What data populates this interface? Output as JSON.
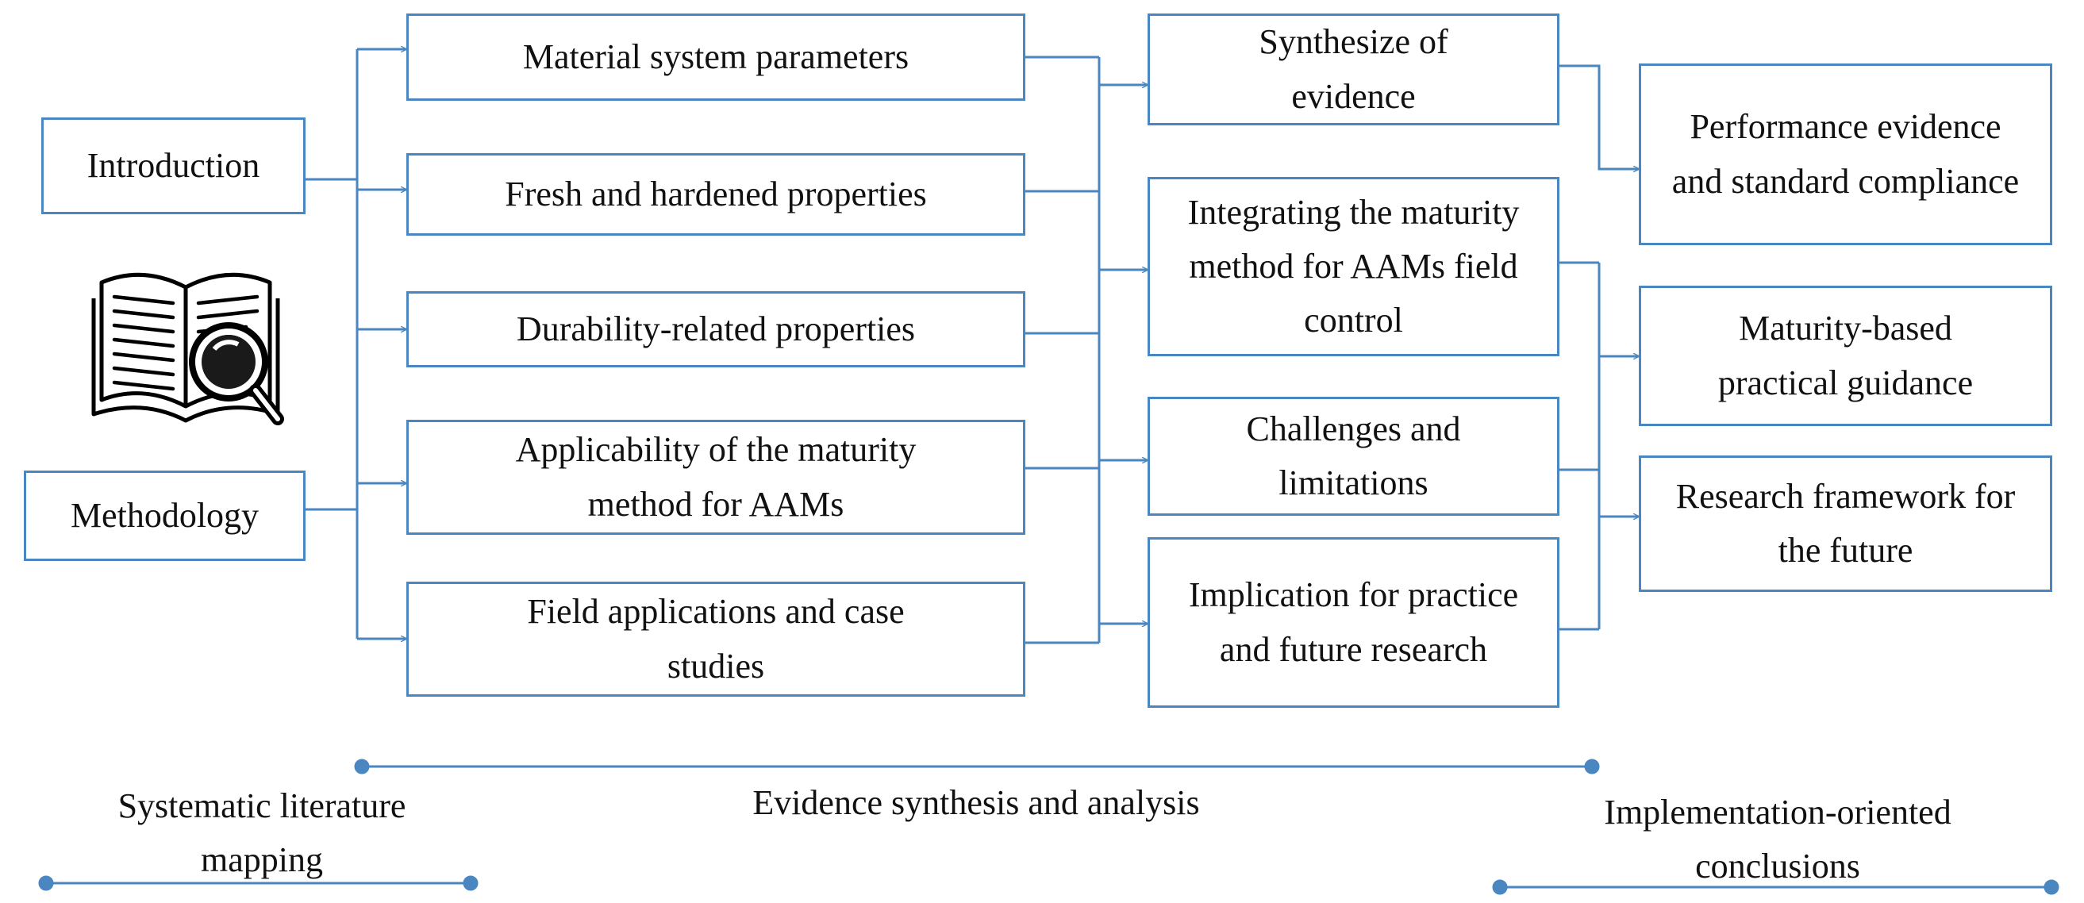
{
  "colors": {
    "connector": "#4a86c0",
    "text": "#111111",
    "icon": "#000000"
  },
  "inputs": {
    "introduction": "Introduction",
    "methodology": "Methodology"
  },
  "topics": [
    "Material system parameters",
    "Fresh and hardened properties",
    "Durability-related properties",
    "Applicability of the maturity method for AAMs",
    "Field applications and case studies"
  ],
  "synthesis": [
    "Synthesize of evidence",
    "Integrating the maturity method for AAMs field control",
    "Challenges and limitations",
    "Implication for practice and future research"
  ],
  "conclusions": [
    "Performance evidence and standard compliance",
    "Maturity-based practical guidance",
    "Research framework for the future"
  ],
  "phases": {
    "mapping": "Systematic literature mapping",
    "synthesis": "Evidence synthesis and analysis",
    "conclusions": "Implementation-oriented conclusions"
  },
  "icon": "book-magnifier-icon"
}
